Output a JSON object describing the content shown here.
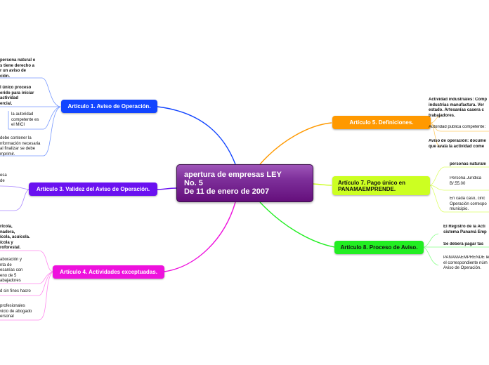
{
  "central": {
    "title_line1": "apertura de empresas LEY",
    "title_line2": "No. 5",
    "title_line3": "De 11 de enero de 2007"
  },
  "colors": {
    "art1": "#1144ff",
    "art3": "#6a11f0",
    "art4": "#ee11dd",
    "art5": "#ff9900",
    "art7": "#ccff22",
    "art8": "#22ee22",
    "line_blue": "#7799ff",
    "line_purple": "#aa88ff",
    "line_pink": "#ff88ee",
    "line_orange": "#ffcc66",
    "line_lime": "#ddff66",
    "line_green": "#88ff88"
  },
  "branches": {
    "art1": {
      "label": "Artículo 1. Aviso de Operación."
    },
    "art3": {
      "label": "Artículo 3. Validez del Aviso de Operación."
    },
    "art4": {
      "label": "Artículo 4. Actividades exceptuadas."
    },
    "art5": {
      "label": "Artículo 5. Definiciones."
    },
    "art7": {
      "label_line1": "Artículo 7. Pago único en",
      "label_line2": "PANAMAEMPRENDE."
    },
    "art8": {
      "label": "Artículo 8. Proceso de Aviso."
    }
  },
  "leaves": {
    "a1_1": [
      "persona natural o",
      "s tiene derecho a",
      "r un aviso de",
      "ción."
    ],
    "a1_2": [
      "l único proceso",
      "erido para iniciar",
      "actividad",
      "ercial."
    ],
    "a1_3": [
      "la autoridad",
      "competente es",
      "el MICI"
    ],
    "a1_4": [
      "debe contener la",
      "nformación necesaria",
      "al finalizar se debe",
      "mprimir."
    ],
    "a3_1": [
      "esa",
      "de"
    ],
    "a4_1": [
      "rícola,",
      "nadera,",
      "ícola, acuícola.",
      "ícola y",
      "roforestal."
    ],
    "a4_2": [
      "aboración y",
      "nta de",
      "esanías con",
      "eno de 5",
      "abajadores"
    ],
    "a4_3": [
      "d sin fines hacro"
    ],
    "a4_4": [
      "profesionales",
      "vicio de abogado",
      "ersonal"
    ],
    "a5_1": [
      "Actividad industriales: Comp",
      "industrias manufactura. Ver",
      "estado. Artesanías casera c",
      "trabajadores."
    ],
    "a5_2": [
      "Autoridad publica competente:"
    ],
    "a5_3": [
      "Aviso de operación: docume",
      "que avala la actividad come"
    ],
    "a7_1": [
      "personas naturale"
    ],
    "a7_2": [
      "Persona Jurídica",
      "B/.55.00"
    ],
    "a7_3": [
      "En cada caso, cinc",
      "Operación correspo",
      "municipio."
    ],
    "a8_1": [
      "El Registro de la Acti",
      "sistema Panamá Emp"
    ],
    "a8_2": [
      "Se  deberá pagar tas"
    ],
    "a8_3": [
      "PANAMAEMPRENDE le e",
      "el correspondiente núm",
      "Aviso de Operación."
    ]
  }
}
